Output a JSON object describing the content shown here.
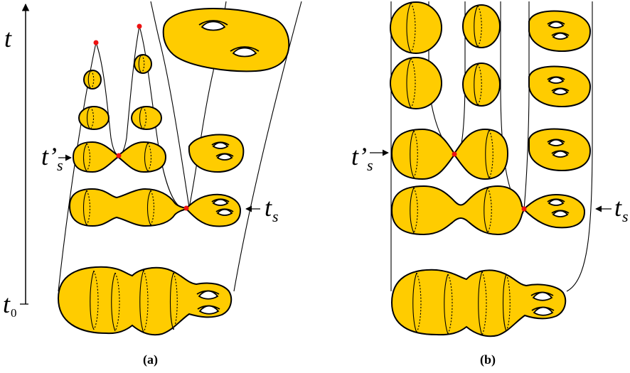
{
  "axis": {
    "time_label": "t",
    "t0_main": "t",
    "t0_sub": "0"
  },
  "labels": {
    "ts_main": "t",
    "ts_sub": "s",
    "tsp_main": "t’",
    "tsp_sub": "s"
  },
  "captions": {
    "a": "(a)",
    "b": "(b)"
  },
  "colors": {
    "surface_fill": "#FFCC00",
    "critical_point": "#EE1111",
    "outline": "#000000"
  }
}
